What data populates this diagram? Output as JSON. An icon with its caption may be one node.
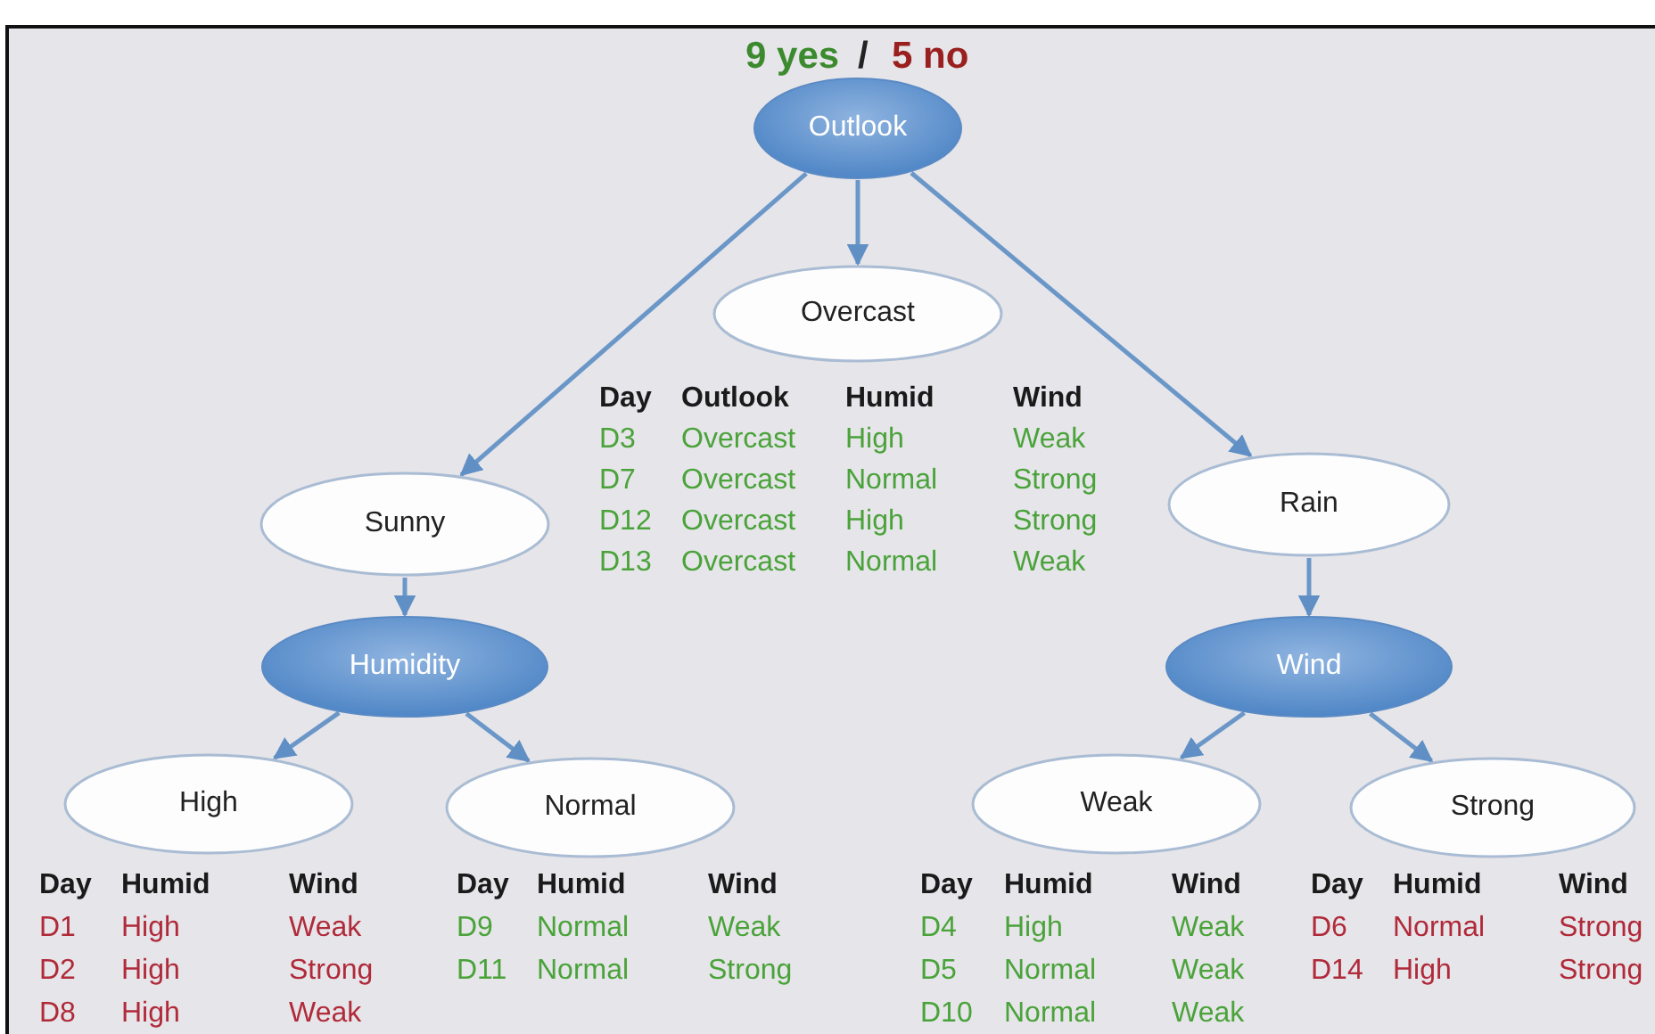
{
  "diagram": {
    "nodes": [
      {
        "text": [
          "Outlook"
        ]
      },
      {
        "text": [
          "Overcast"
        ]
      },
      {
        "text": [
          "Sunny"
        ]
      },
      {
        "text": [
          "Rain"
        ]
      },
      {
        "text": [
          "Humidity"
        ]
      },
      {
        "text": [
          "Wind"
        ]
      },
      {
        "text": [
          "High"
        ]
      },
      {
        "text": [
          "Normal"
        ]
      },
      {
        "text": [
          "Weak"
        ]
      },
      {
        "text": [
          "Strong"
        ]
      }
    ],
    "edges": [
      {
        "from": 0,
        "to": 2,
        "arrow": "to"
      },
      {
        "from": 0,
        "to": 1,
        "arrow": "to"
      },
      {
        "from": 0,
        "to": 3,
        "arrow": "to"
      },
      {
        "from": 2,
        "to": 4,
        "arrow": "to"
      },
      {
        "from": 3,
        "to": 5,
        "arrow": "to"
      },
      {
        "from": 4,
        "to": 6,
        "arrow": "to"
      },
      {
        "from": 4,
        "to": 7,
        "arrow": "to"
      },
      {
        "from": 5,
        "to": 8,
        "arrow": "to"
      },
      {
        "from": 5,
        "to": 9,
        "arrow": "to"
      }
    ],
    "labels": [
      "9 yes",
      "/",
      "5 no",
      "Day",
      "Outlook",
      "Humid",
      "Wind",
      "D3",
      "Overcast",
      "High",
      "Weak",
      "D7",
      "Overcast",
      "Normal",
      "Strong",
      "D12",
      "Overcast",
      "High",
      "Strong",
      "D13",
      "Overcast",
      "Normal",
      "Weak",
      "Day",
      "Humid",
      "Wind",
      "D1",
      "High",
      "Weak",
      "D2",
      "High",
      "Strong",
      "D8",
      "High",
      "Weak",
      "Day",
      "Humid",
      "Wind",
      "D9",
      "Normal",
      "Weak",
      "D11",
      "Normal",
      "Strong",
      "Day",
      "Humid",
      "Wind",
      "D4",
      "High",
      "Weak",
      "D5",
      "Normal",
      "Weak",
      "D10",
      "Normal",
      "Weak",
      "Day",
      "Humid",
      "Wind",
      "D6",
      "Normal",
      "Strong",
      "D14",
      "High",
      "Strong"
    ]
  }
}
